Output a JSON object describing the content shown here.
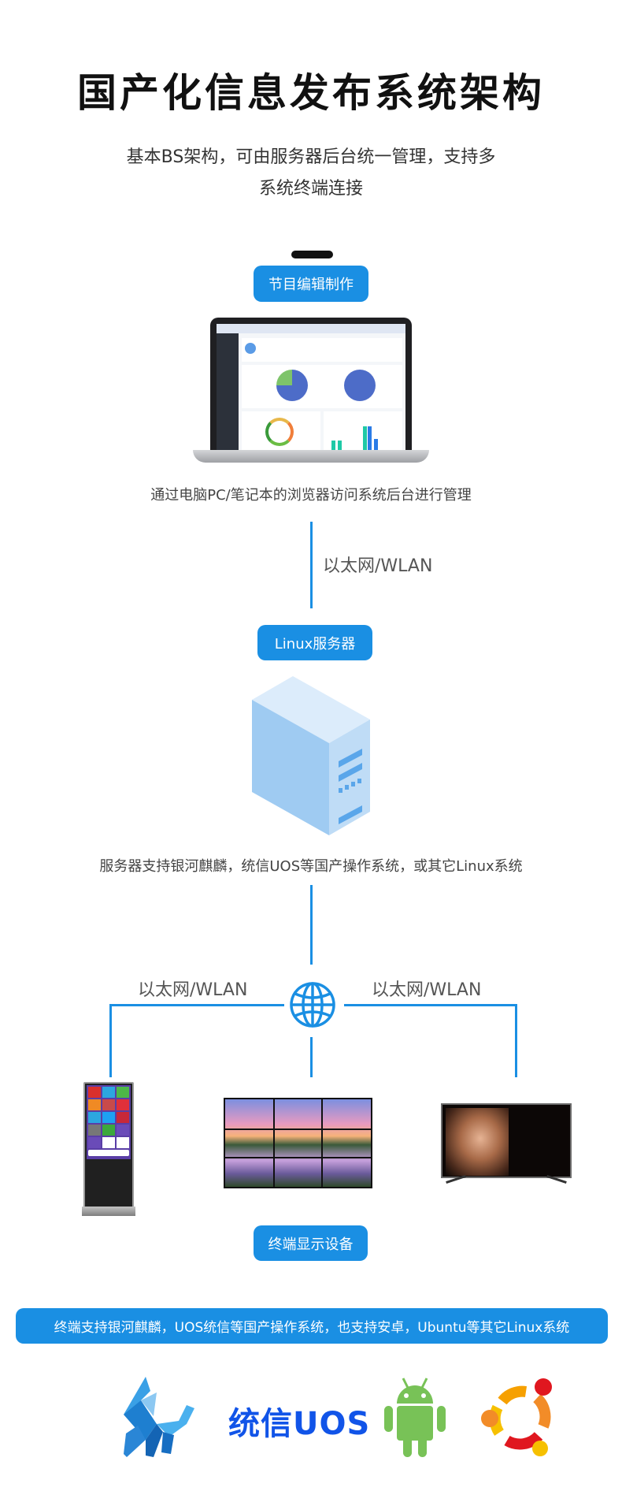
{
  "header": {
    "title": "国产化信息发布系统架构",
    "subtitle_line1": "基本BS架构，可由服务器后台统一管理，支持多",
    "subtitle_line2": "系统终端连接"
  },
  "stage_edit": {
    "label": "节目编辑制作",
    "image": "laptop-dashboard-image",
    "caption": "通过电脑PC/笔记本的浏览器访问系统后台进行管理"
  },
  "link_pc_server": {
    "label": "以太网/WLAN"
  },
  "stage_server": {
    "label": "Linux服务器",
    "image": "server-tower-icon",
    "caption": "服务器支持银河麒麟，统信UOS等国产操作系统，或其它Linux系统"
  },
  "network": {
    "icon": "globe-icon",
    "left_label": "以太网/WLAN",
    "right_label": "以太网/WLAN"
  },
  "terminals": {
    "devices": [
      {
        "name": "kiosk-touch-screen",
        "image": "floor-standing-kiosk-image"
      },
      {
        "name": "video-wall",
        "image": "video-wall-image"
      },
      {
        "name": "television",
        "image": "tv-screen-image"
      }
    ],
    "label": "终端显示设备"
  },
  "os_banner": {
    "text": "终端支持银河麒麟，UOS统信等国产操作系统，也支持安卓，Ubuntu等其它Linux系统"
  },
  "os_logos": [
    {
      "name": "kylin",
      "icon": "kylin-logo"
    },
    {
      "name": "uos",
      "text": "统信UOS"
    },
    {
      "name": "android",
      "icon": "android-logo"
    },
    {
      "name": "ubuntu",
      "icon": "ubuntu-logo"
    }
  ],
  "colors": {
    "accent": "#1a8fe3",
    "title": "#111111",
    "text": "#444444",
    "uos_blue": "#1154e8",
    "android_green": "#78c257",
    "server_light": "#cfe4f9"
  }
}
